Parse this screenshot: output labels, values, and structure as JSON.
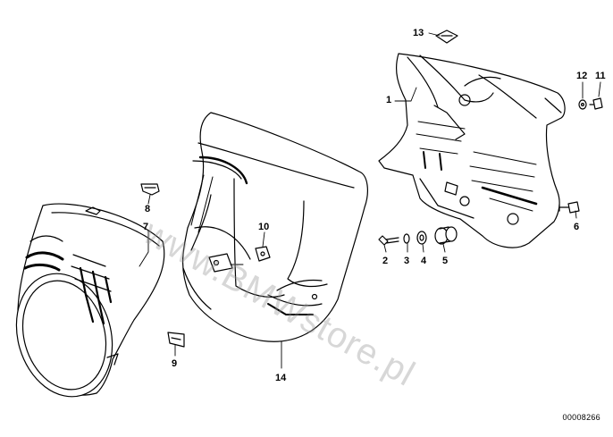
{
  "diagram": {
    "callouts": {
      "c1": "1",
      "c2": "2",
      "c3": "3",
      "c4": "4",
      "c5": "5",
      "c6": "6",
      "c7": "7",
      "c8": "8",
      "c9": "9",
      "c10": "10",
      "c11": "11",
      "c12": "12",
      "c13": "13",
      "c14": "14"
    },
    "drawing_number": "00008266",
    "watermark": "www.BMWstore.pl"
  },
  "colors": {
    "line": "#000000",
    "background": "#ffffff",
    "watermark": "#969696"
  }
}
